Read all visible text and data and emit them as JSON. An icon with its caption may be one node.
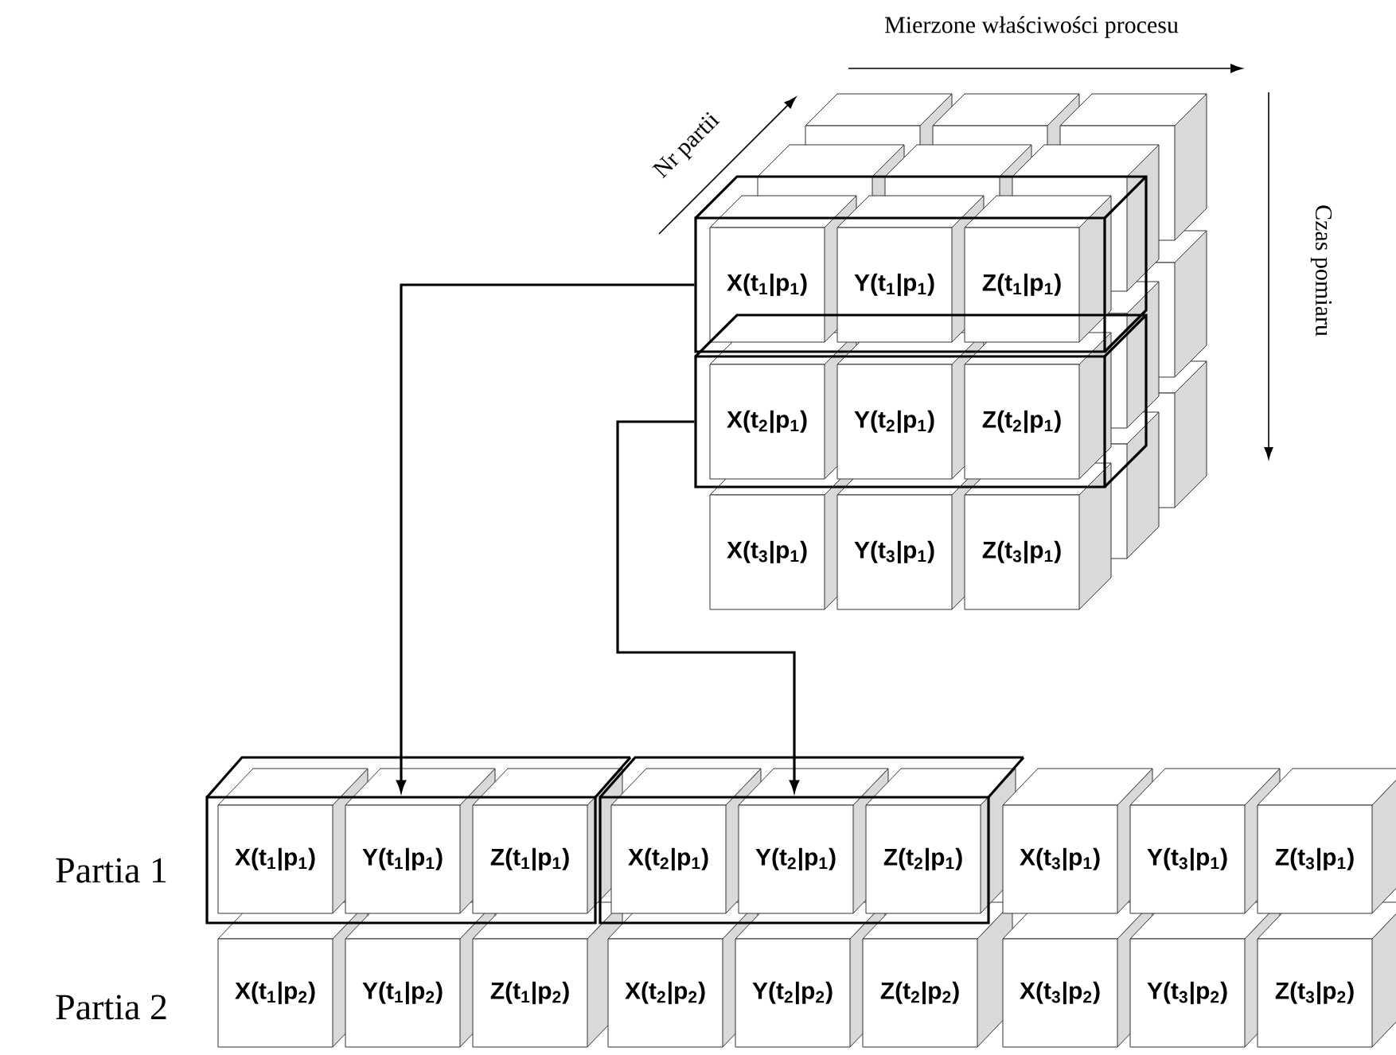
{
  "diagram": {
    "nodes": [
      {
        "text": [],
        "shape": "box"
      },
      {
        "text": [
          "X(t$_{1}$|p$_{1}$)"
        ],
        "in": 0
      },
      {
        "text": [
          "Y(t$_{1}$|p$_{1}$)"
        ],
        "in": 0
      },
      {
        "text": [
          "Z(t$_{1}$|p$_{1}$)"
        ],
        "in": 0
      },
      {
        "text": [],
        "shape": "box"
      },
      {
        "text": [
          "X(t$_{2}$|p$_{1}$)"
        ],
        "in": 4
      },
      {
        "text": [
          "Y(t$_{2}$|p$_{1}$)"
        ],
        "in": 4
      },
      {
        "text": [
          "Z(t$_{2}$|p$_{1}$)"
        ],
        "in": 4
      },
      {
        "text": [
          "X(t$_{3}$|p$_{1}$)"
        ]
      },
      {
        "text": [
          "Y(t$_{3}$|p$_{1}$)"
        ]
      },
      {
        "text": [
          "Z(t$_{3}$|p$_{1}$)"
        ]
      },
      {
        "text": [],
        "shape": "box"
      },
      {
        "text": [
          "X(t$_{1}$|p$_{1}$)"
        ],
        "in": 11
      },
      {
        "text": [
          "Y(t$_{1}$|p$_{1}$)"
        ],
        "in": 11
      },
      {
        "text": [
          "Z(t$_{1}$|p$_{1}$)"
        ],
        "in": 11
      },
      {
        "text": [],
        "shape": "box"
      },
      {
        "text": [
          "X(t$_{2}$|p$_{1}$)"
        ],
        "in": 15
      },
      {
        "text": [
          "Y(t$_{2}$|p$_{1}$)"
        ],
        "in": 15
      },
      {
        "text": [
          "Z(t$_{2}$|p$_{1}$)"
        ],
        "in": 15
      },
      {
        "text": [
          "X(t$_{3}$|p$_{1}$)"
        ]
      },
      {
        "text": [
          "Y(t$_{3}$|p$_{1}$)"
        ]
      },
      {
        "text": [
          "Z(t$_{3}$|p$_{1}$)"
        ]
      },
      {
        "text": [
          "X(t$_{1}$|p$_{2}$)"
        ]
      },
      {
        "text": [
          "Y(t$_{1}$|p$_{2}$)"
        ]
      },
      {
        "text": [
          "Z(t$_{1}$|p$_{2}$)"
        ]
      },
      {
        "text": [
          "X(t$_{2}$|p$_{2}$)"
        ]
      },
      {
        "text": [
          "Y(t$_{2}$|p$_{2}$)"
        ]
      },
      {
        "text": [
          "Z(t$_{2}$|p$_{2}$)"
        ]
      },
      {
        "text": [
          "X(t$_{3}$|p$_{2}$)"
        ]
      },
      {
        "text": [
          "Y(t$_{3}$|p$_{2}$)"
        ]
      },
      {
        "text": [
          "Z(t$_{3}$|p$_{2}$)"
        ]
      }
    ],
    "edges": [
      {
        "from": 0,
        "to": 11,
        "arrow": "to"
      },
      {
        "from": 4,
        "to": 15,
        "arrow": "to"
      }
    ],
    "labels": [
      "Mierzone właściwości procesu",
      "Nr partii",
      "Czas pomiaru",
      "Partia 1",
      "Partia 2"
    ]
  }
}
